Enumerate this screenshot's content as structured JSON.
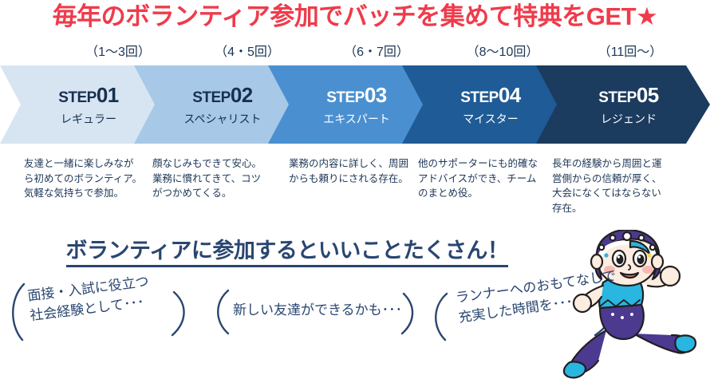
{
  "title": {
    "text": "毎年のボランティア参加でバッチを集めて特典をGET★",
    "color": "#ef3b4b"
  },
  "steps": [
    {
      "count": "（1〜3回）",
      "step_label": "STEP",
      "step_number": "01",
      "rank": "レギュラー",
      "description": "友達と一緒に楽しみながら初めてのボランティア。気軽な気持ちで参加。",
      "color": "#d7e5f3",
      "text_style": "dark"
    },
    {
      "count": "（4・5回）",
      "step_label": "STEP",
      "step_number": "02",
      "rank": "スペシャリスト",
      "description": "顔なじみもできて安心。業務に慣れてきて、コツがつかめてくる。",
      "color": "#a7c9e7",
      "text_style": "dark"
    },
    {
      "count": "（6・7回）",
      "step_label": "STEP",
      "step_number": "03",
      "rank": "エキスパート",
      "description": "業務の内容に詳しく、周囲からも頼りにされる存在。",
      "color": "#4a90d1",
      "text_style": "light"
    },
    {
      "count": "（8〜10回）",
      "step_label": "STEP",
      "step_number": "04",
      "rank": "マイスター",
      "description": "他のサポーターにも的確なアドバイスができ、チームのまとめ役。",
      "color": "#1f5b96",
      "text_style": "light"
    },
    {
      "count": "（11回〜）",
      "step_label": "STEP",
      "step_number": "05",
      "rank": "レジェンド",
      "description": "長年の経験から周囲と運営側からの信頼が厚く、大会になくてはならない存在。",
      "color": "#1b3b5f",
      "text_style": "light"
    }
  ],
  "benefits": {
    "headline": "ボランティアに参加するといいことたくさん！",
    "headline_color": "#2a4670",
    "bubbles": [
      {
        "line1": "面接・入試に役立つ",
        "line2": "社会経験として･･･"
      },
      {
        "line1": "新しい友達ができるかも･･･",
        "line2": ""
      },
      {
        "line1": "ランナーへのおもてなしで",
        "line2": "充実した時間を･･･"
      }
    ]
  },
  "mascot": {
    "name": "running-mascot",
    "hood_color": "#4b3a8f",
    "shirt_color": "#29b6e0",
    "skin_color": "#fdece0"
  }
}
